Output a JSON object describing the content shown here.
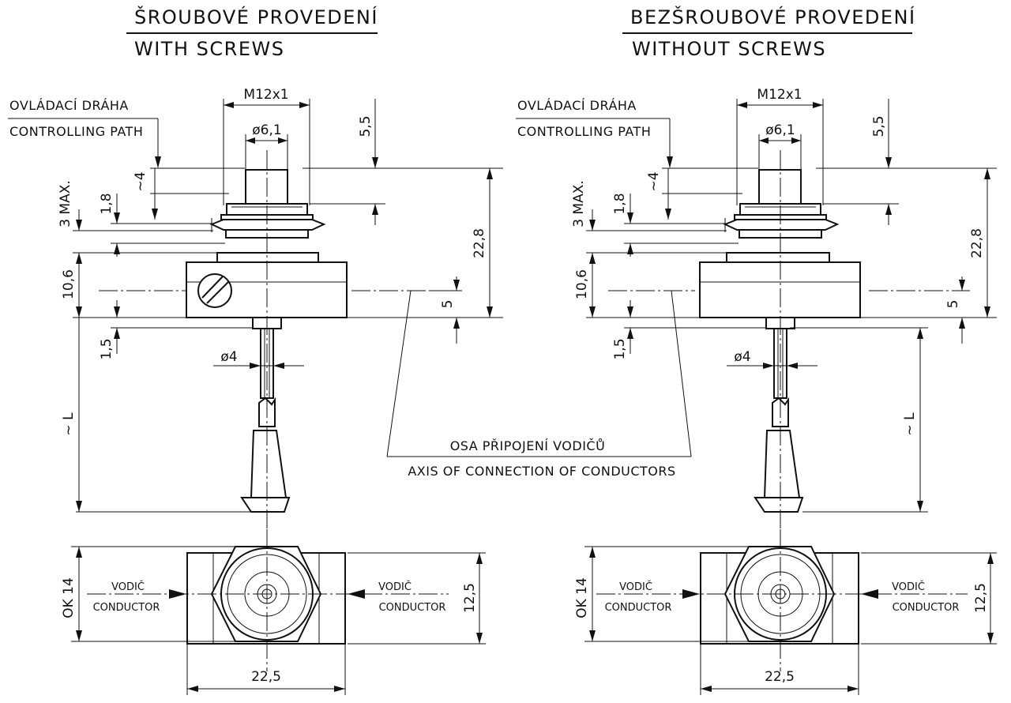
{
  "left": {
    "title_cz": "ŠROUBOVÉ PROVEDENÍ",
    "title_en": "WITH SCREWS",
    "path_cz": "OVLÁDACÍ DRÁHA",
    "path_en": "CONTROLLING PATH",
    "dim_thread": "M12x1",
    "dim_shaft_dia": "ø6,1",
    "dim_top": "5,5",
    "dim_tilde4": "~4",
    "dim_3max": "3 MAX.",
    "dim_1_8": "1,8",
    "dim_height": "22,8",
    "dim_body": "10,6",
    "dim_axis": "5",
    "dim_1_5": "1,5",
    "dim_wire_dia": "ø4",
    "dim_length": "~ L",
    "dim_ok": "OK 14",
    "dim_width": "22,5",
    "dim_depth": "12,5",
    "conductor_cz": "VODIČ",
    "conductor_en": "CONDUCTOR"
  },
  "right": {
    "title_cz": "BEZŠROUBOVÉ PROVEDENÍ",
    "title_en": "WITHOUT SCREWS",
    "path_cz": "OVLÁDACÍ DRÁHA",
    "path_en": "CONTROLLING PATH",
    "dim_thread": "M12x1",
    "dim_shaft_dia": "ø6,1",
    "dim_top": "5,5",
    "dim_tilde4": "~4",
    "dim_3max": "3 MAX.",
    "dim_1_8": "1,8",
    "dim_height": "22,8",
    "dim_body": "10,6",
    "dim_axis": "5",
    "dim_1_5": "1,5",
    "dim_wire_dia": "ø4",
    "dim_length": "~ L",
    "dim_ok": "OK 14",
    "dim_width": "22,5",
    "dim_depth": "12,5",
    "conductor_cz": "VODIČ",
    "conductor_en": "CONDUCTOR"
  },
  "axis_label_cz": "OSA PŘIPOJENÍ VODIČŮ",
  "axis_label_en": "AXIS OF CONNECTION OF CONDUCTORS"
}
